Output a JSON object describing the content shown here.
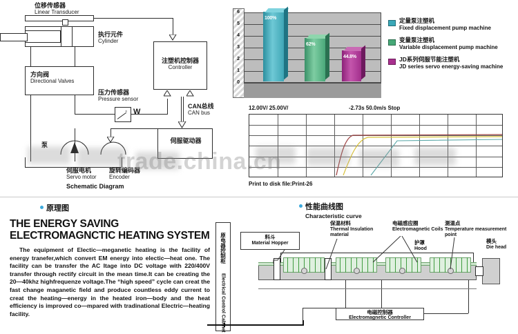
{
  "schematic": {
    "caption_cn": "原理图",
    "title_en": "Schematic Diagram",
    "nodes": {
      "transducer_cn": "位移传感器",
      "transducer_en": "Linear Transducer",
      "cylinder_cn": "执行元件",
      "cylinder_en": "Cylinder",
      "valves_cn": "方向阀",
      "valves_en": "Directional Valves",
      "pressure_cn": "压力传感器",
      "pressure_en": "Pressure sensor",
      "pressure_unit": "W",
      "controller_cn": "注塑机控制器",
      "controller_en": "Controller",
      "canbus_cn": "CAN总线",
      "canbus_en": "CAN bus",
      "servodriver_cn": "伺服驱动器",
      "servomotor_cn": "伺服电机",
      "servomotor_en": "Servo motor",
      "encoder_cn": "旋转编码器",
      "encoder_en": "Encoder",
      "pump_cn": "泵"
    }
  },
  "chart_data": {
    "type": "bar",
    "title": "",
    "categories": [
      "Fixed displacement pump machine",
      "Variable displacement pump machine",
      "JD series servo energy-saving machine"
    ],
    "values": [
      6.0,
      3.72,
      2.69
    ],
    "data_labels": [
      "100%",
      "62%",
      "44.8%"
    ],
    "colors": [
      "#3aa8b8",
      "#46a877",
      "#a82f8e"
    ],
    "ylim": [
      0,
      6
    ],
    "yticks": [
      "0",
      "1",
      "2",
      "3",
      "4",
      "5",
      "6"
    ],
    "xlabel": "",
    "ylabel": "",
    "grid": true,
    "legend_position": "right"
  },
  "legend": [
    {
      "cn": "定量泵注塑机",
      "en": "Fixed displacement pump machine",
      "color": "#3aa8b8"
    },
    {
      "cn": "变量泵注塑机",
      "en": "Variable displacement pump machine",
      "color": "#46a877"
    },
    {
      "cn": "JD系列伺服节能注塑机",
      "en": "JD series servo energy-saving machine",
      "color": "#a82f8e"
    }
  ],
  "scope": {
    "volts_per_div": "12.00V/ 25.00V/",
    "time_and_state": "-2.73s  50.0m/s   Stop",
    "footer": "Print to disk file:Print-26"
  },
  "curve_caption": {
    "cn": "性能曲线图",
    "en": "Characteristic curve"
  },
  "article": {
    "title_line1": "THE ENERGY SAVING",
    "title_line2": "ELECTROMAGNCTIC HEATING SYSTEM",
    "body": "The equipment of Electic—meganetic heating is the facility of energy tranefer,which convert EM energy into electic—heat one. The facility can be transfer the AC Itage into DC voltage with 220/400V transfer through rectify circuit in the mean time.It can be creating the 20—40khz highfrequenze voltage.The “high speed” cycle can creat the fast change maganetic field and produce countless eddy current to creat the  heating—energy in the heated iron—body and the heat efficiency is improved co—mpared with tradinational Electric—heating facility."
  },
  "machine": {
    "cabinet_cn": "原电器控制柜",
    "cabinet_en": "Electrical Control Cabinet",
    "hopper_cn": "料斗",
    "hopper_en": "Material Hopper",
    "insulation_cn": "保温材料",
    "insulation_en": "Thermal Insulation material",
    "coils_cn": "电磁感应圈",
    "coils_en": "Electromagnetic Coils",
    "hood_cn": "护罩",
    "hood_en": "Hood",
    "temp_point_cn": "测温点",
    "temp_point_en": "Temperature measurement point",
    "die_head_cn": "模头",
    "die_head_en": "Die head",
    "controller_cn": "电磁控制器",
    "controller_en": "Electromagnetic Controller"
  },
  "watermark": {
    "text": "trade.china.cn"
  }
}
